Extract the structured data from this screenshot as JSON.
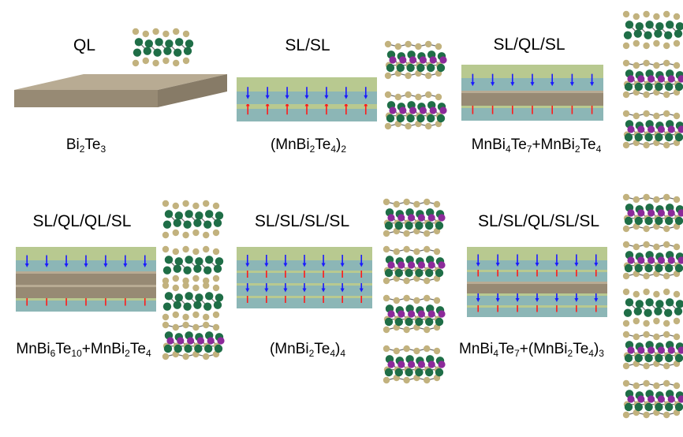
{
  "panels": [
    {
      "heading": "QL",
      "formula": [
        {
          "t": "Bi"
        },
        {
          "s": "2"
        },
        {
          "t": "Te"
        },
        {
          "s": "3"
        }
      ],
      "stack": [
        "QL"
      ]
    },
    {
      "heading": "SL/SL",
      "formula": [
        {
          "t": "(MnBi"
        },
        {
          "s": "2"
        },
        {
          "t": "Te"
        },
        {
          "s": "4"
        },
        {
          "t": ")"
        },
        {
          "s": "2"
        }
      ],
      "stack": [
        "SL-down",
        "SL-up"
      ]
    },
    {
      "heading": "SL/QL/SL",
      "formula": [
        {
          "t": "MnBi"
        },
        {
          "s": "4"
        },
        {
          "t": "Te"
        },
        {
          "s": "7"
        },
        {
          "t": "+MnBi"
        },
        {
          "s": "2"
        },
        {
          "t": "Te"
        },
        {
          "s": "4"
        }
      ],
      "stack": [
        "SL-down",
        "QL",
        "SL-up"
      ]
    },
    {
      "heading": "SL/QL/QL/SL",
      "formula": [
        {
          "t": "MnBi"
        },
        {
          "s": "6"
        },
        {
          "t": "Te"
        },
        {
          "s": "10"
        },
        {
          "t": "+MnBi"
        },
        {
          "s": "2"
        },
        {
          "t": "Te"
        },
        {
          "s": "4"
        }
      ],
      "stack": [
        "SL-down",
        "QL",
        "QL",
        "SL-up"
      ]
    },
    {
      "heading": "SL/SL/SL/SL",
      "formula": [
        {
          "t": "(MnBi"
        },
        {
          "s": "2"
        },
        {
          "t": "Te"
        },
        {
          "s": "4"
        },
        {
          "t": ")"
        },
        {
          "s": "4"
        }
      ],
      "stack": [
        "SL-down",
        "SL-up",
        "SL-down",
        "SL-up"
      ]
    },
    {
      "heading": "SL/SL/QL/SL/SL",
      "formula": [
        {
          "t": "MnBi"
        },
        {
          "s": "4"
        },
        {
          "t": "Te"
        },
        {
          "s": "7"
        },
        {
          "t": "+(MnBi"
        },
        {
          "s": "2"
        },
        {
          "t": "Te"
        },
        {
          "s": "4"
        },
        {
          "t": ")"
        },
        {
          "s": "3"
        }
      ],
      "stack": [
        "SL-down",
        "SL-up",
        "QL",
        "SL-down",
        "SL-up"
      ]
    }
  ],
  "crystals": [
    [
      "QL"
    ],
    [
      "SL",
      "SL"
    ],
    [
      "QL",
      "SL",
      "SL"
    ],
    [
      "QL",
      "QL",
      "QL",
      "SL"
    ],
    [
      "SL",
      "SL",
      "SL",
      "SL"
    ],
    [
      "SL",
      "SL",
      "QL",
      "SL",
      "SL"
    ]
  ],
  "colors": {
    "sl_top": "#b8c990",
    "sl_front": "#8cb6b6",
    "sl_side": "#7aa4a6",
    "ql_top": "#b8ab93",
    "ql_front": "#978a74",
    "ql_side": "#877b67",
    "gap_up": "#c9f0e7",
    "gap_down": "#e6ecc7",
    "arrow_up": "#ff1a1a",
    "arrow_down": "#1a1aff",
    "atom_bi": "#1f6e47",
    "atom_te": "#c2b27e",
    "atom_mn": "#8c2a9a",
    "bond": "#6d6d6d"
  },
  "icons": {
    "spin_up": "red-arrow-icon",
    "spin_down": "blue-arrow-icon"
  }
}
